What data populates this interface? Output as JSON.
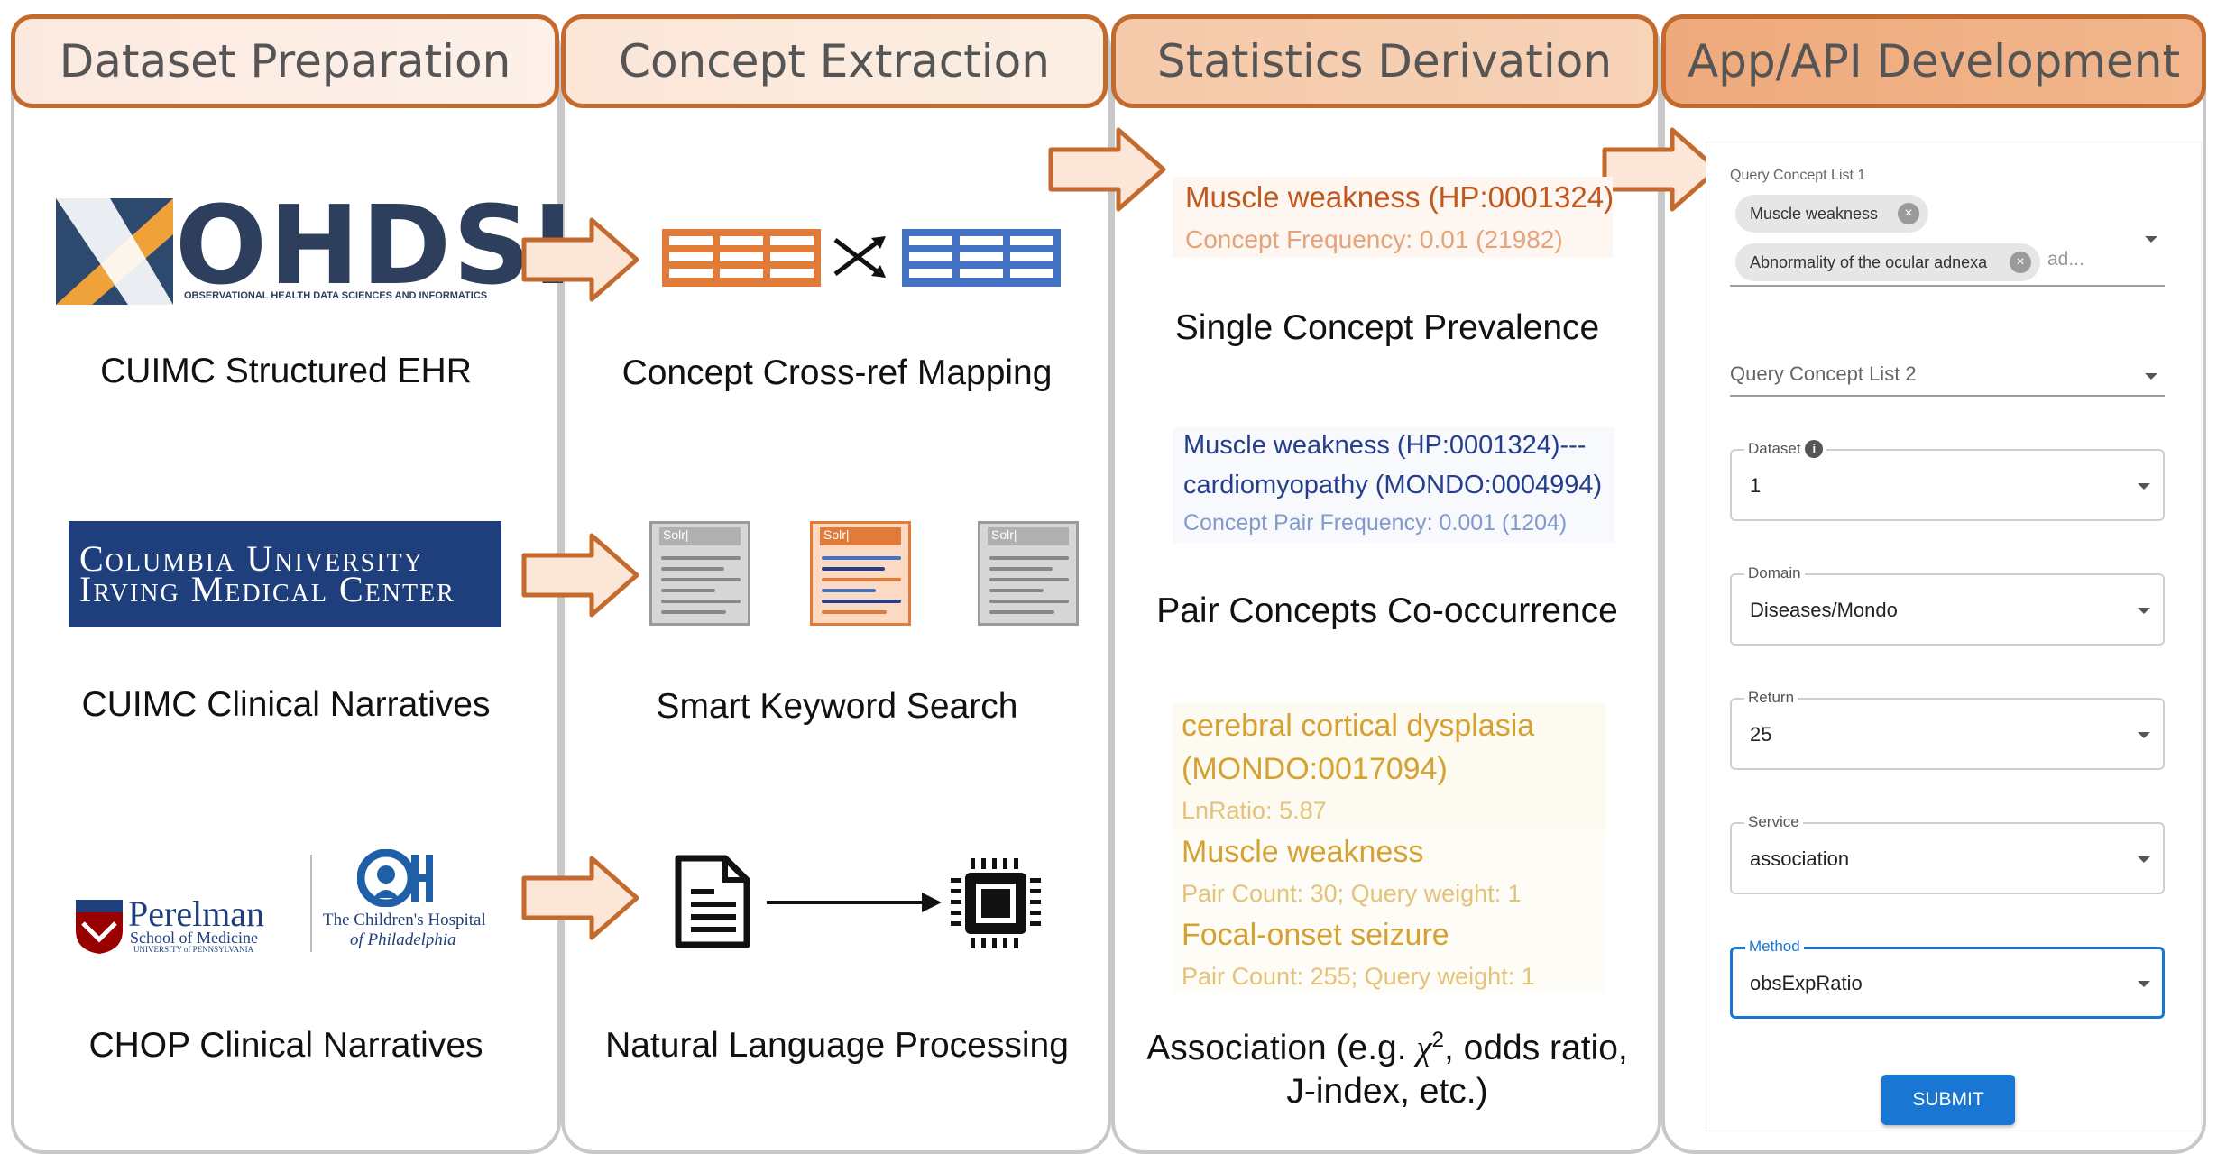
{
  "headers": [
    "Dataset Preparation",
    "Concept Extraction",
    "Statistics Derivation",
    "App/API Development"
  ],
  "col1": {
    "ohdsi": {
      "text": "OHDSI",
      "sub": "OBSERVATIONAL HEALTH DATA SCIENCES AND INFORMATICS"
    },
    "columbia": {
      "line1": "Columbia University",
      "line2": "Irving Medical Center"
    },
    "perelman": {
      "name": "Perelman",
      "line2": "School of Medicine",
      "line3": "UNIVERSITY of PENNSYLVANIA"
    },
    "chop": {
      "mark": "CH",
      "line1": "The Children's Hospital",
      "line2": "of Philadelphia"
    },
    "captions": [
      "CUIMC Structured EHR",
      "CUIMC Clinical Narratives",
      "CHOP Clinical Narratives"
    ]
  },
  "col2": {
    "solr_label": "Solr|",
    "captions": [
      "Concept Cross-ref Mapping",
      "Smart Keyword Search",
      "Natural Language Processing"
    ]
  },
  "col3": {
    "single": {
      "term": "Muscle weakness (HP:0001324)",
      "freq": "Concept Frequency: 0.01 (21982)",
      "caption": "Single Concept Prevalence"
    },
    "pair": {
      "line1": "Muscle weakness (HP:0001324)---",
      "line2": "cardiomyopathy (MONDO:0004994)",
      "freq": "Concept Pair Frequency: 0.001 (1204)",
      "caption": "Pair Concepts Co-occurrence"
    },
    "assoc": {
      "term1": "cerebral cortical dysplasia",
      "term2": "(MONDO:0017094)",
      "ratio": "LnRatio: 5.87",
      "item1": "Muscle weakness",
      "item1_detail": "Pair Count: 30; Query weight: 1",
      "item2": "Focal-onset seizure",
      "item2_detail": "Pair Count: 255; Query weight: 1",
      "caption_line1_pre": "Association (e.g. ",
      "caption_chi": "χ",
      "caption_sup": "2",
      "caption_line1_post": ", odds ratio,",
      "caption_line2": "J-index, etc.)"
    }
  },
  "col4": {
    "query1_label": "Query Concept List 1",
    "chips": [
      "Muscle weakness",
      "Abnormality of the ocular adnexa"
    ],
    "chip_overflow": "ad...",
    "query2_label": "Query Concept List 2",
    "fields": [
      {
        "label": "Dataset",
        "value": "1",
        "info": "i"
      },
      {
        "label": "Domain",
        "value": "Diseases/Mondo"
      },
      {
        "label": "Return",
        "value": "25"
      },
      {
        "label": "Service",
        "value": "association"
      },
      {
        "label": "Method",
        "value": "obsExpRatio"
      }
    ],
    "submit": "SUBMIT"
  },
  "colors": {
    "header_border": "#c46a2d",
    "orange": "#e07b39",
    "blue": "#4472c4",
    "navy": "#243e8c",
    "gold": "#d4a132",
    "material_blue": "#1976d2"
  }
}
